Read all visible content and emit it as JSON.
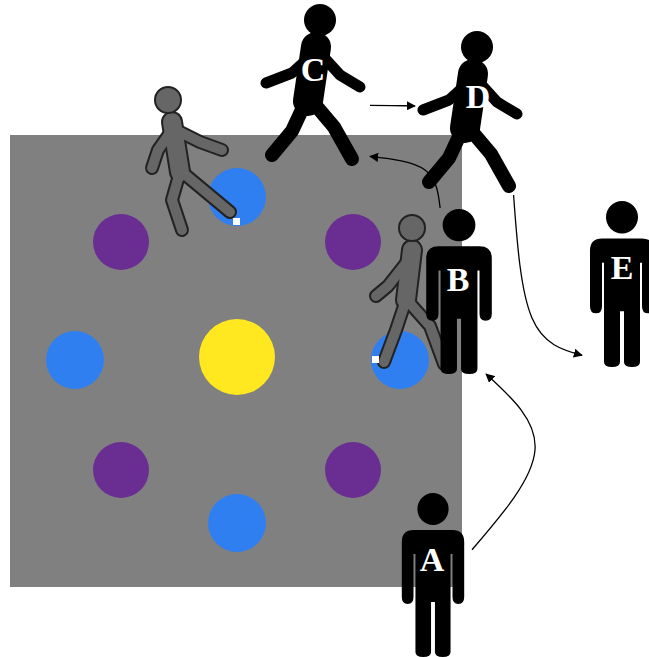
{
  "diagram": {
    "nodes": [
      {
        "text": [
          "C"
        ]
      },
      {
        "text": [
          "D"
        ]
      },
      {
        "text": [
          "B"
        ]
      },
      {
        "text": [
          "E"
        ]
      },
      {
        "text": [
          "A"
        ]
      }
    ],
    "edges": [
      {
        "from": 4,
        "to": 2,
        "arrow": "to"
      },
      {
        "from": 2,
        "to": 0,
        "arrow": "to"
      },
      {
        "from": 0,
        "to": 1,
        "arrow": "to"
      },
      {
        "from": 1,
        "to": 3,
        "arrow": "to"
      }
    ]
  }
}
